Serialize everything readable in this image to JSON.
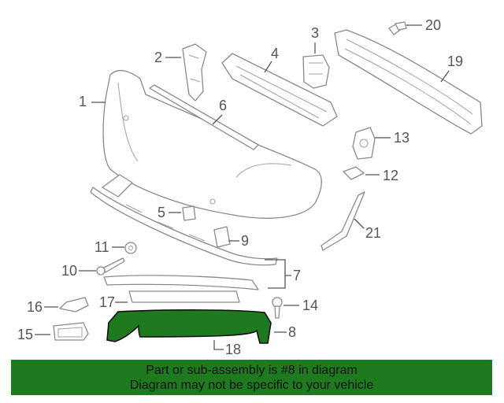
{
  "diagram": {
    "callouts": [
      {
        "id": "1",
        "label": "1"
      },
      {
        "id": "2",
        "label": "2"
      },
      {
        "id": "3",
        "label": "3"
      },
      {
        "id": "4",
        "label": "4"
      },
      {
        "id": "5",
        "label": "5"
      },
      {
        "id": "6",
        "label": "6"
      },
      {
        "id": "7",
        "label": "7"
      },
      {
        "id": "8",
        "label": "8"
      },
      {
        "id": "9",
        "label": "9"
      },
      {
        "id": "10",
        "label": "10"
      },
      {
        "id": "11",
        "label": "11"
      },
      {
        "id": "12",
        "label": "12"
      },
      {
        "id": "13",
        "label": "13"
      },
      {
        "id": "14",
        "label": "14"
      },
      {
        "id": "15",
        "label": "15"
      },
      {
        "id": "16",
        "label": "16"
      },
      {
        "id": "17",
        "label": "17"
      },
      {
        "id": "18",
        "label": "18"
      },
      {
        "id": "19",
        "label": "19"
      },
      {
        "id": "20",
        "label": "20"
      },
      {
        "id": "21",
        "label": "21"
      }
    ],
    "highlighted_part": "8",
    "highlight_color": "#1f7a1f"
  },
  "banner": {
    "line1": "Part or sub-assembly is #8 in diagram",
    "line2": "Diagram may not be specific to your vehicle",
    "background": "#1f7a1f"
  }
}
